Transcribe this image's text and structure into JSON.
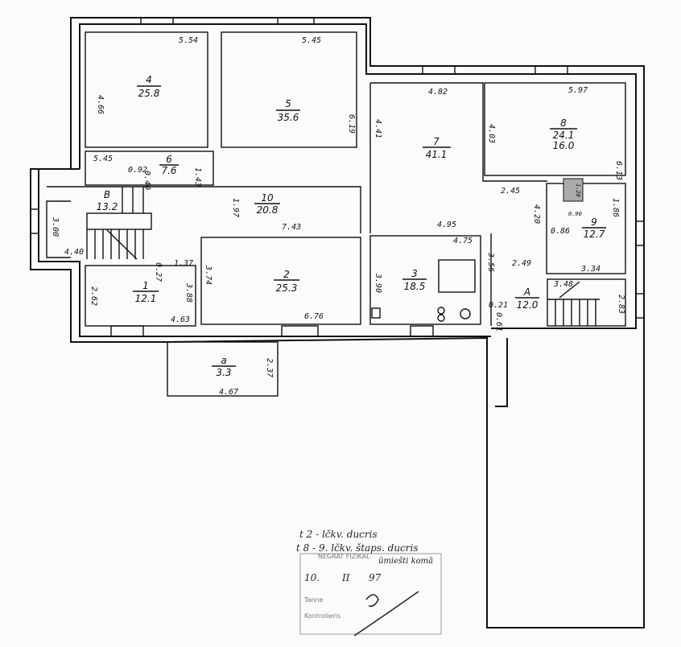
{
  "rooms": [
    {
      "no": "4",
      "area": "25.8"
    },
    {
      "no": "5",
      "area": "35.6"
    },
    {
      "no": "6",
      "area": "7.6"
    },
    {
      "no": "B",
      "area": "13.2"
    },
    {
      "no": "10",
      "area": "20.8"
    },
    {
      "no": "1",
      "area": "12.1"
    },
    {
      "no": "2",
      "area": "25.3"
    },
    {
      "no": "3",
      "area": "18.5"
    },
    {
      "no": "7",
      "area": "41.1"
    },
    {
      "no": "8",
      "area": "24.1",
      "area2": "16.0"
    },
    {
      "no": "9",
      "area": "12.7"
    },
    {
      "no": "A",
      "area": "12.0"
    },
    {
      "no": "a",
      "area": "3.3"
    }
  ],
  "dims": [
    "5.54",
    "4.66",
    "5.45",
    "6.19",
    "5.45",
    "1.43",
    "0.92",
    "0.40",
    "1.97",
    "7.43",
    "3.00",
    "4.40",
    "0.27",
    "1.37",
    "2.62",
    "3.88",
    "4.63",
    "3.74",
    "6.76",
    "2.37",
    "4.67",
    "4.82",
    "4.41",
    "5.97",
    "4.03",
    "6.13",
    "2.45",
    "4.20",
    "1.86",
    "0.86",
    "3.34",
    "4.95",
    "4.75",
    "3.90",
    "3.56",
    "2.49",
    "0.21",
    "0.61",
    "3.48",
    "2.83",
    "1.20",
    "0.90"
  ],
  "notes": {
    "line1": "t 2 - lčkv. ducris",
    "line2": "t 8 - 9. lčkv. štaps. ducris",
    "line3": "ūmiešti komā",
    "date_day": "10.",
    "date_month": "II",
    "date_year": "97",
    "stamp_header": "NEGRAT FIZIKAL",
    "stamp_row1": "Tanne",
    "stamp_row2": "Kontrolieris"
  }
}
